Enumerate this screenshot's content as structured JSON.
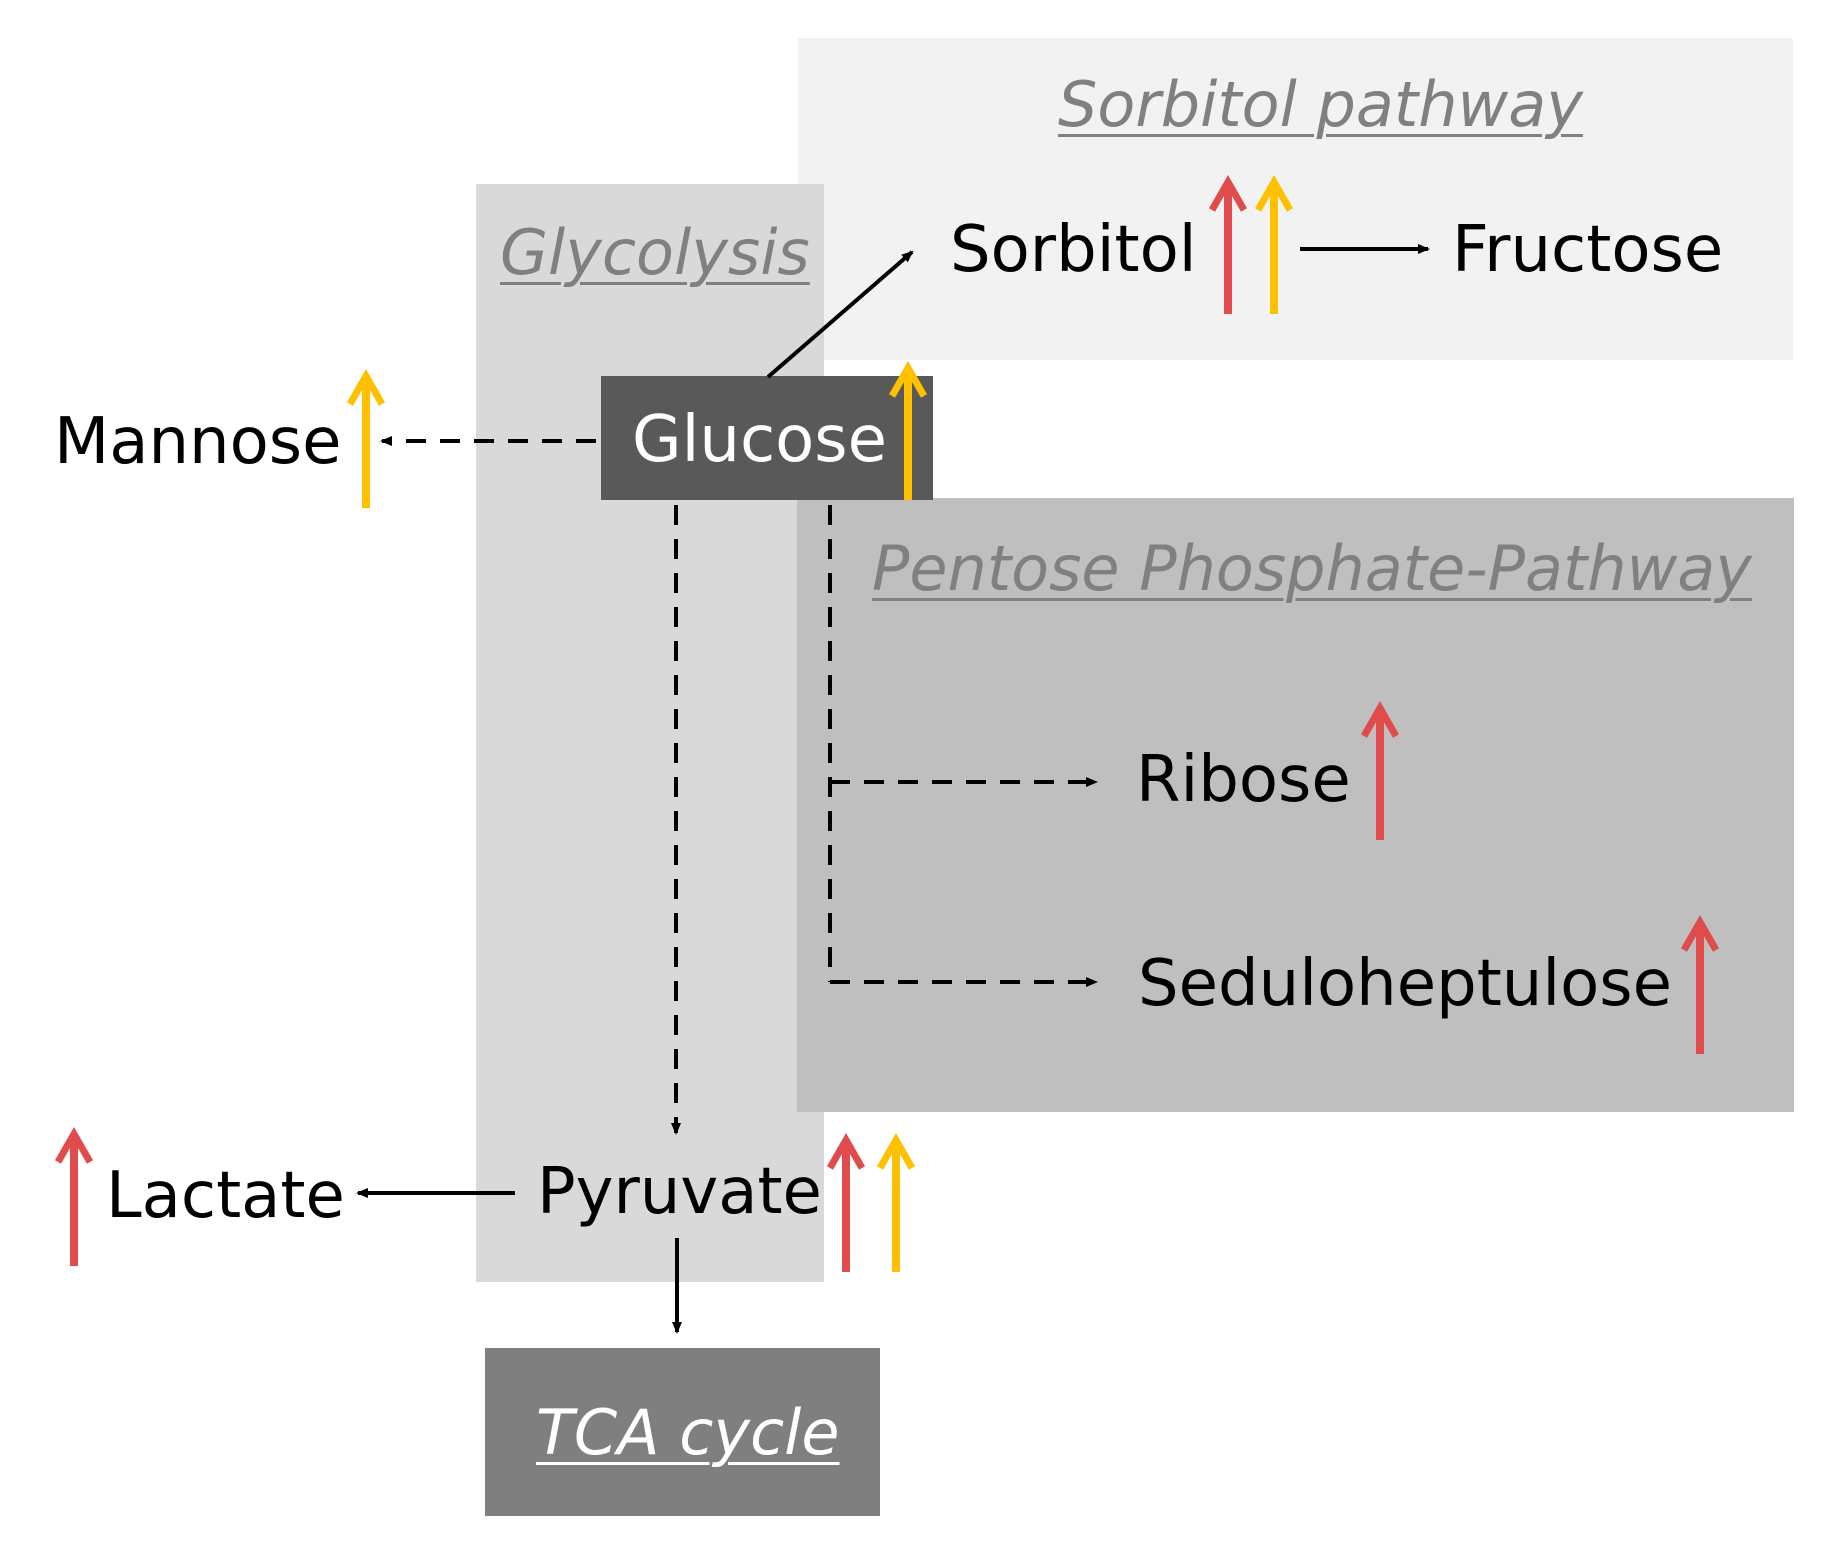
{
  "colors": {
    "glycolysis_bg": "#d9d9d9",
    "sorbitol_bg": "#f2f2f2",
    "pentose_bg": "#bfbfbf",
    "glucose_bg": "#595959",
    "tca_bg": "#7f7f7f",
    "section_text": "#808080",
    "tca_text": "#ffffff",
    "arrow": "#000000",
    "up_red": "#e04b4b",
    "up_yellow": "#ffc000"
  },
  "sections": {
    "sorbitol": "Sorbitol pathway",
    "glycolysis": "Glycolysis",
    "pentose": "Pentose Phosphate-Pathway",
    "tca": "TCA cycle"
  },
  "metabolites": {
    "glucose": "Glucose",
    "sorbitol": "Sorbitol",
    "fructose": "Fructose",
    "mannose": "Mannose",
    "ribose": "Ribose",
    "seduloheptulose": "Seduloheptulose",
    "pyruvate": "Pyruvate",
    "lactate": "Lactate"
  },
  "regulation": {
    "glucose": [
      "up-yellow"
    ],
    "sorbitol": [
      "up-red",
      "up-yellow"
    ],
    "mannose": [
      "up-yellow"
    ],
    "ribose": [
      "up-red"
    ],
    "seduloheptulose": [
      "up-red"
    ],
    "pyruvate": [
      "up-red",
      "up-yellow"
    ],
    "lactate": [
      "up-red"
    ]
  },
  "edges": [
    {
      "from": "glucose",
      "to": "sorbitol",
      "style": "solid"
    },
    {
      "from": "sorbitol",
      "to": "fructose",
      "style": "solid"
    },
    {
      "from": "glucose",
      "to": "mannose",
      "style": "dashed"
    },
    {
      "from": "glucose",
      "to": "pyruvate",
      "style": "dashed"
    },
    {
      "from": "glucose",
      "to": "ribose",
      "style": "dashed"
    },
    {
      "from": "glucose",
      "to": "seduloheptulose",
      "style": "dashed"
    },
    {
      "from": "pyruvate",
      "to": "lactate",
      "style": "solid"
    },
    {
      "from": "pyruvate",
      "to": "tca",
      "style": "solid"
    }
  ]
}
